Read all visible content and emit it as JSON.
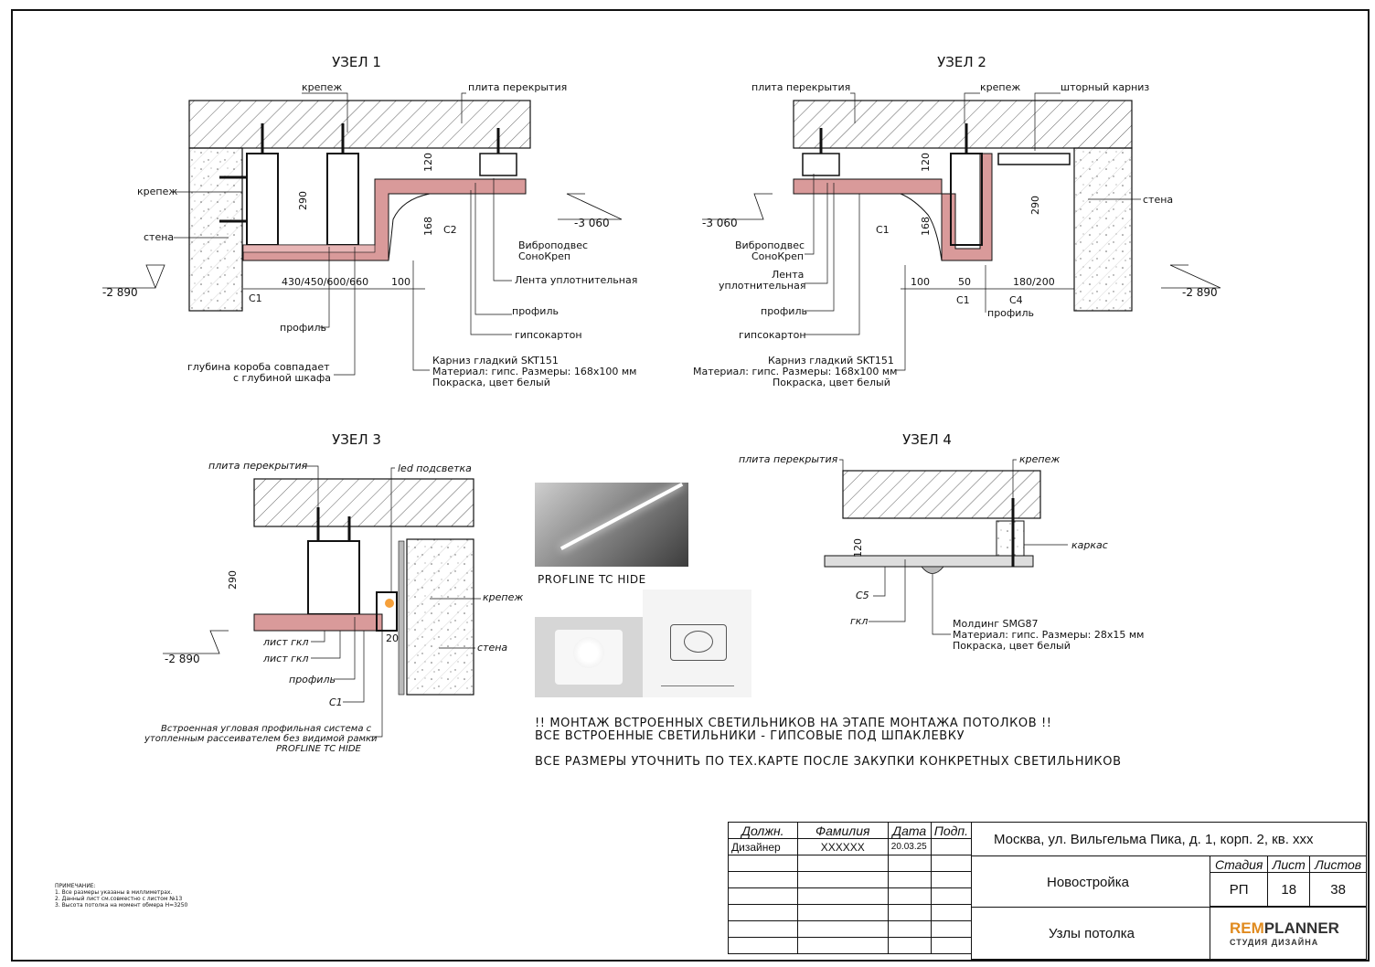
{
  "node1": {
    "title": "УЗЕЛ 1",
    "labels": {
      "krepezh_top": "крепеж",
      "plita": "плита перекрытия",
      "krepezh_left": "крепеж",
      "stena": "стена",
      "level": "-2 890",
      "level_right": "-3 060",
      "c1": "C1",
      "c2": "C2",
      "profil": "профиль",
      "glubina1": "глубина короба совпадает",
      "glubina2": "с глубиной шкафа",
      "vibro1": "Виброподвес",
      "vibro2": "СоноКреп",
      "lenta": "Лента уплотнительная",
      "profil_right": "профиль",
      "gipsokarton": "гипсокартон",
      "karniz1": "Карниз гладкий SKT151",
      "karniz2": "Материал: гипс. Размеры: 168х100 мм",
      "karniz3": "Покраска, цвет белый"
    },
    "dims": {
      "h290": "290",
      "h120": "120",
      "h168": "168",
      "w430": "430/450/600/660",
      "w100": "100"
    }
  },
  "node2": {
    "title": "УЗЕЛ 2",
    "labels": {
      "plita": "плита перекрытия",
      "krepezh": "крепеж",
      "shtorny": "шторный карниз",
      "stena": "стена",
      "level_left": "-3 060",
      "level_right": "-2 890",
      "c1": "C1",
      "c1b": "C1",
      "c4": "C4",
      "vibro1": "Виброподвес",
      "vibro2": "СоноКреп",
      "lenta1": "Лента",
      "lenta2": "уплотнительная",
      "profil": "профиль",
      "gipsokarton": "гипсокартон",
      "profil_right": "профиль",
      "karniz1": "Карниз гладкий SKT151",
      "karniz2": "Материал: гипс. Размеры: 168х100 мм",
      "karniz3": "Покраска, цвет белый"
    },
    "dims": {
      "h120": "120",
      "h168": "168",
      "h290": "290",
      "w100": "100",
      "w50": "50",
      "w180": "180/200"
    }
  },
  "node3": {
    "title": "УЗЕЛ 3",
    "labels": {
      "plita": "плита перекрытия",
      "led": "led подсветка",
      "krepezh": "крепеж",
      "stena": "стена",
      "level": "-2 890",
      "list1": "лист гкл",
      "list2": "лист гкл",
      "profil": "профиль",
      "c1": "C1",
      "desc1": "Встроенная угловая профильная система с",
      "desc2": "утопленным рассеивателем без видимой рамки",
      "desc3": "PROFLINE TC HIDE"
    },
    "dims": {
      "h290": "290",
      "w20": "20"
    }
  },
  "node4": {
    "title": "УЗЕЛ 4",
    "labels": {
      "plita": "плита перекрытия",
      "krepezh": "крепеж",
      "karkas": "каркас",
      "c5": "C5",
      "gkl": "гкл",
      "mold1": "Молдинг SMG87",
      "mold2": "Материал: гипс. Размеры: 28х15 мм",
      "mold3": "Покраска, цвет белый"
    },
    "dims": {
      "h120": "120"
    }
  },
  "photo_caption": "PROFLINE TC HIDE",
  "messages": {
    "line1": "!! МОНТАЖ ВСТРОЕННЫХ СВЕТИЛЬНИКОВ НА ЭТАПЕ МОНТАЖА ПОТОЛКОВ !!",
    "line2": "ВСЕ ВСТРОЕННЫЕ СВЕТИЛЬНИКИ - ГИПСОВЫЕ ПОД ШПАКЛЕВКУ",
    "line3": "ВСЕ РАЗМЕРЫ УТОЧНИТЬ ПО ТЕХ.КАРТЕ ПОСЛЕ ЗАКУПКИ КОНКРЕТНЫХ СВЕТИЛЬНИКОВ"
  },
  "notes": {
    "title": "ПРИМЕЧАНИЕ:",
    "n1": "1. Все размеры указаны в миллиметрах.",
    "n2": "2. Данный лист см.совместно с листом №13",
    "n3": "3. Высота потолка на момент обмера Н=3250"
  },
  "title_block": {
    "col_dolzhn": "Должн.",
    "col_familia": "Фамилия",
    "col_data": "Дата",
    "col_podp": "Подп.",
    "role": "Дизайнер",
    "name": "XXXXXX",
    "date": "20.03.25",
    "address": "Москва, ул. Вильгельма Пика, д. 1, корп. 2, кв. ххх",
    "object": "Новостройка",
    "sheet_title": "Узлы потолка",
    "stadia_label": "Стадия",
    "list_label": "Лист",
    "listov_label": "Листов",
    "stadia": "РП",
    "list": "18",
    "listov": "38",
    "logo_rem": "REM",
    "logo_planner": "PLANNER",
    "logo_sub": "СТУДИЯ ДИЗАЙНА"
  },
  "colors": {
    "plasterboard": "#d99a9a",
    "accent_logo": "#e08a1e"
  }
}
